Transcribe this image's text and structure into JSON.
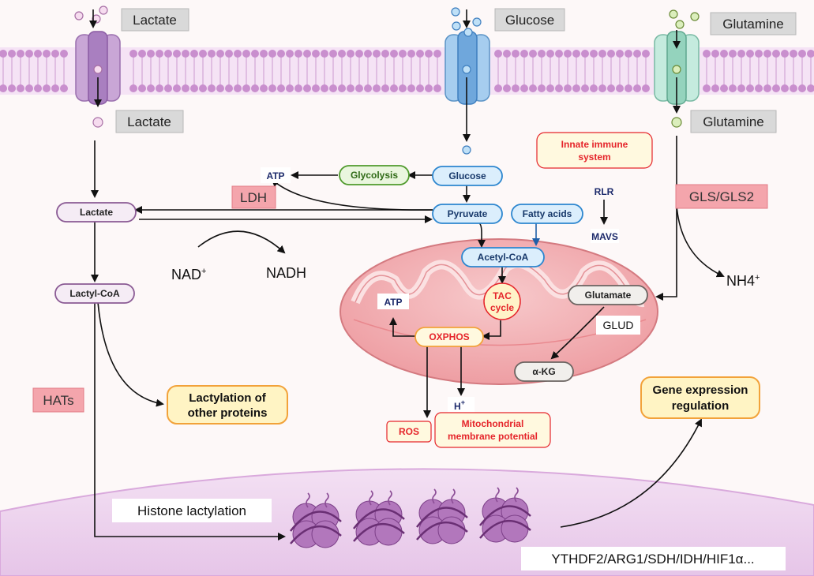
{
  "transport": {
    "lactate_out": "Lactate",
    "lactate_in": "Lactate",
    "glucose_out": "Glucose",
    "glutamine_out": "Glutamine",
    "glutamine_in": "Glutamine"
  },
  "pathway": {
    "glucose": "Glucose",
    "glycolysis": "Glycolysis",
    "atp_glycolysis": "ATP",
    "ldh": "LDH",
    "pyruvate": "Pyruvate",
    "fatty_acids": "Fatty acids",
    "acetyl_coa": "Acetyl-CoA",
    "lactate": "Lactate",
    "lactyl_coa": "Lactyl-CoA",
    "nad": "NAD",
    "nad_sup": "+",
    "nadh": "NADH",
    "hats": "HATs",
    "lactylation_other_1": "Lactylation of",
    "lactylation_other_2": "other proteins",
    "histone_lactylation": "Histone lactylation",
    "gene_expression_1": "Gene expression",
    "gene_expression_2": "regulation",
    "targets": "YTHDF2/ARG1/SDH/IDH/HIF1α..."
  },
  "immune": {
    "innate_1": "Innate immune",
    "innate_2": "system",
    "rlr": "RLR",
    "mavs": "MAVS"
  },
  "glutamine_branch": {
    "gls": "GLS/GLS2",
    "nh4": "NH4",
    "nh4_sup": "+",
    "glutamate": "Glutamate",
    "glud": "GLUD",
    "akg": "α-KG"
  },
  "mitochondrion": {
    "tac_1": "TAC",
    "tac_2": "cycle",
    "atp": "ATP",
    "oxphos": "OXPHOS",
    "h": "H",
    "h_sup": "+",
    "ros": "ROS",
    "mmp_1": "Mitochondrial",
    "mmp_2": "membrane potential"
  },
  "colors": {
    "membrane": "#c98fce",
    "lactate_channel": "#c9a6d6",
    "glucose_channel": "#7fb3e3",
    "glutamine_channel": "#a9dccb",
    "mitochondrion": "#f2b3b6",
    "nucleus": "#efd6ef",
    "nucleosome": "#b277bc"
  }
}
